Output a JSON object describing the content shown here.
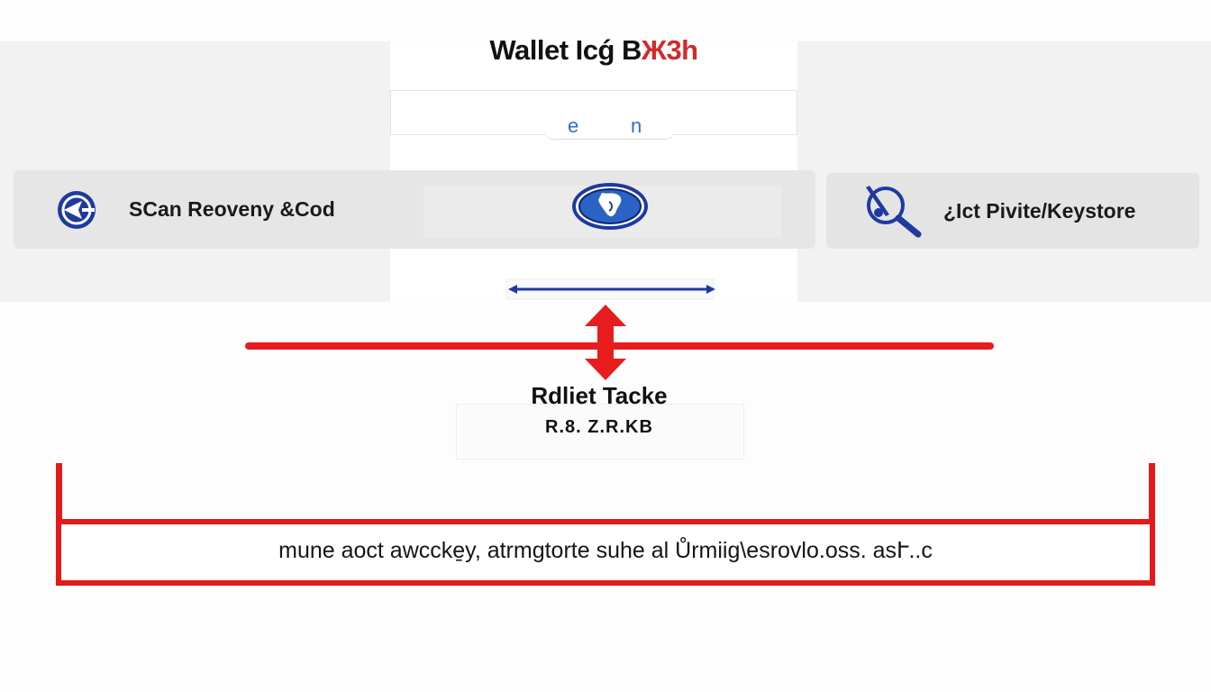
{
  "header": {
    "title_main": "Wallet Icǵ B",
    "title_accent": "Ж3h"
  },
  "tabs": [
    {
      "label": "e"
    },
    {
      "label": "n"
    }
  ],
  "options": {
    "scan_recovery": {
      "label": "SCan Reoveny &Cod",
      "icon": "shield-arrow-icon"
    },
    "globe": {
      "icon": "globe-icon"
    },
    "import_private": {
      "label": "¿Ict Pivite/Keystore",
      "icon": "search-key-icon"
    }
  },
  "slider": {
    "icon": "double-arrow-icon"
  },
  "result": {
    "heading": "Rdliet Tacke",
    "subtext": "R.8. Z.R.KB"
  },
  "footer_box": {
    "text": "mune aoct awccke̱y, atrmgtorte suhe al Ůrmiig\\esrovlo.oss. asՒ..c"
  },
  "colors": {
    "accent_red": "#e81c1c",
    "brand_blue": "#1f3a9e",
    "link_blue": "#2b6fc9"
  }
}
